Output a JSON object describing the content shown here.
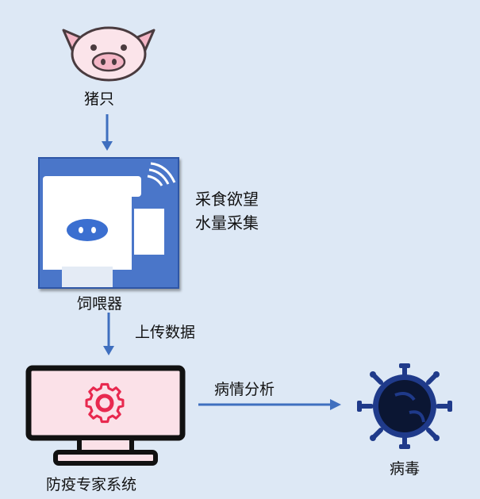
{
  "nodes": {
    "pig": {
      "label": "猪只",
      "icon": "pig-face-icon",
      "color": "#f4b6c6"
    },
    "feeder": {
      "label": "饲喂器",
      "icon": "feeder-device-icon",
      "color": "#4a76c9",
      "notes": [
        "采食欲望",
        "水量采集"
      ]
    },
    "system": {
      "label": "防疫专家系统",
      "icon": "monitor-gear-icon",
      "color": "#e8294f"
    },
    "virus": {
      "label": "病毒",
      "icon": "virus-icon",
      "color": "#1f3a8a"
    }
  },
  "edges": [
    {
      "from": "pig",
      "to": "feeder",
      "label": ""
    },
    {
      "from": "feeder",
      "to": "system",
      "label": "上传数据"
    },
    {
      "from": "system",
      "to": "virus",
      "label": "病情分析"
    }
  ],
  "colors": {
    "background": "#dde8f5",
    "arrow": "#3f6fbf"
  }
}
